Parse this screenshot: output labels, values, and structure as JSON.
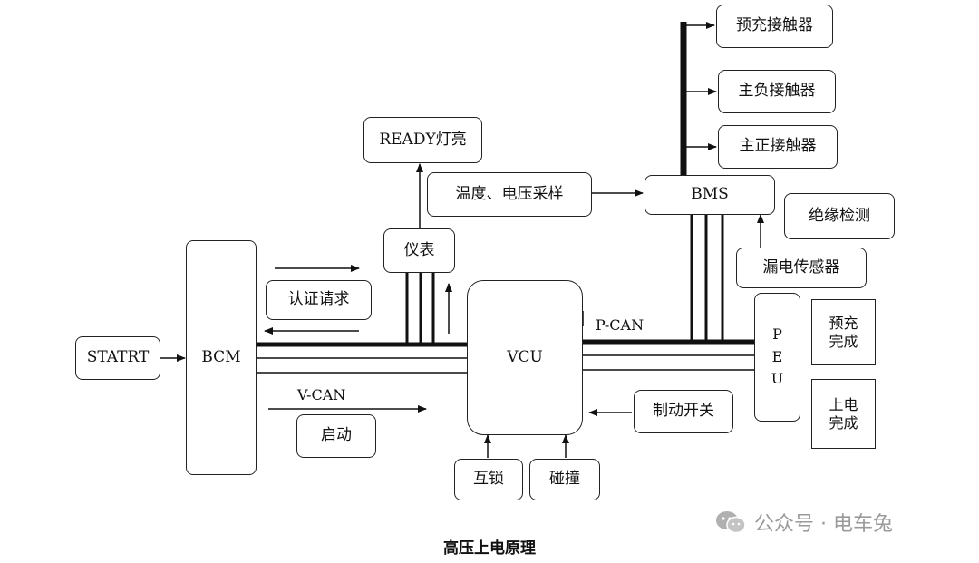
{
  "boxes": {
    "statrt": "STATRT",
    "bcm": "BCM",
    "auth": "认证请求",
    "start": "启动",
    "meter": "仪表",
    "ready": "READY灯亮",
    "temp": "温度、电压采样",
    "bms": "BMS",
    "precharge": "预充接触器",
    "main_neg": "主负接触器",
    "main_pos": "主正接触器",
    "insulation": "绝缘检测",
    "leakage": "漏电传感器",
    "vcu": "VCU",
    "brake": "制动开关",
    "interlock": "互锁",
    "collision": "碰撞",
    "peu": [
      "P",
      "E",
      "U"
    ],
    "precharge_done": [
      "预充",
      "完成"
    ],
    "power_done": [
      "上电",
      "完成"
    ]
  },
  "labels": {
    "pcan": "P-CAN",
    "vcan": "V-CAN"
  },
  "caption": "高压上电原理",
  "watermark": "公众号 · 电车兔"
}
